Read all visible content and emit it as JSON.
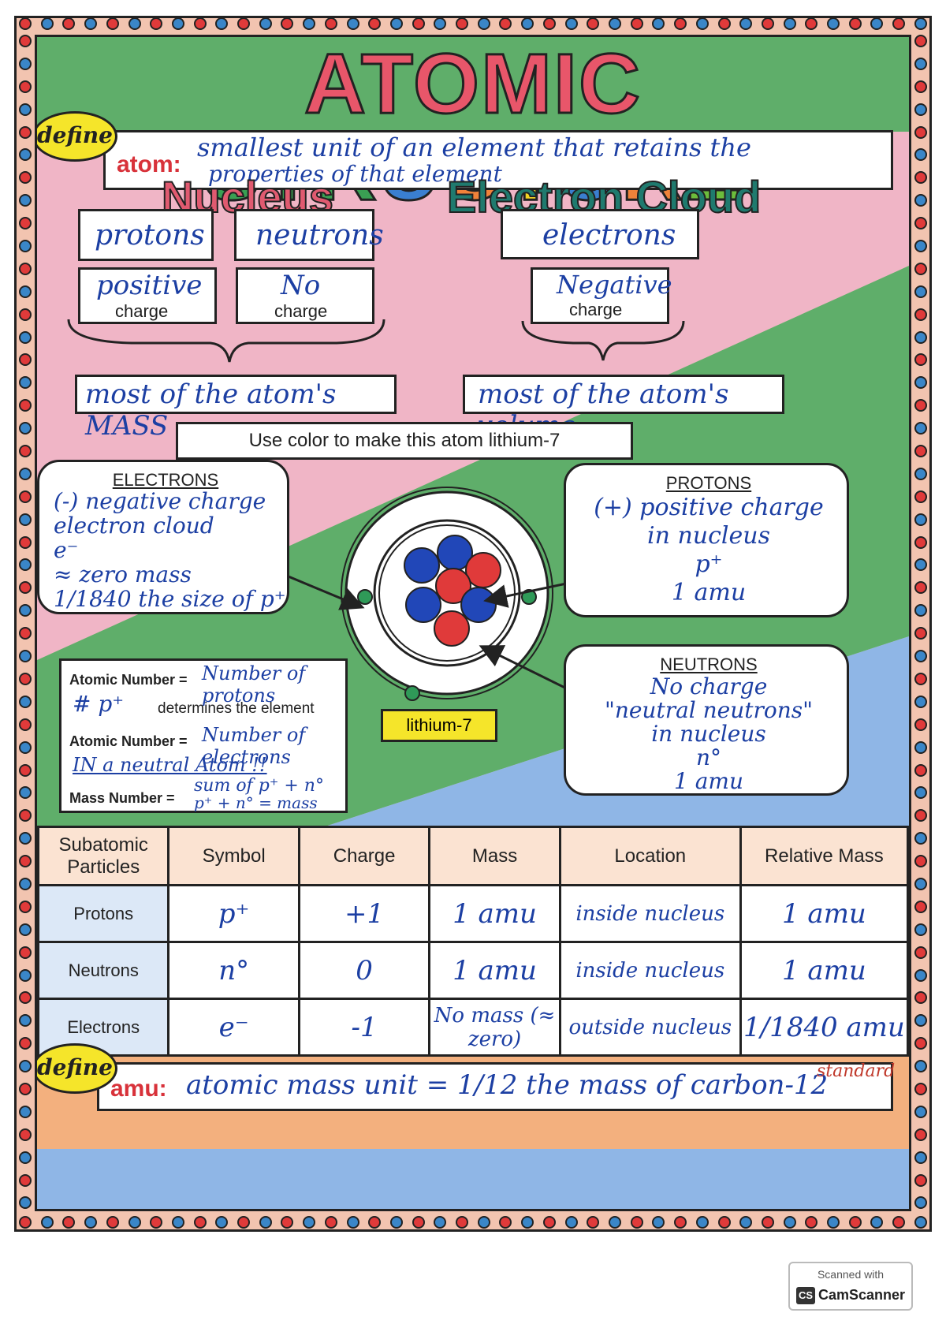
{
  "title": {
    "letters": [
      {
        "ch": "A",
        "color": "#e8566a"
      },
      {
        "ch": "T",
        "color": "#e8566a"
      },
      {
        "ch": "O",
        "color": "#e8566a"
      },
      {
        "ch": "M",
        "color": "#e8566a"
      },
      {
        "ch": "I",
        "color": "#e8566a"
      },
      {
        "ch": "C",
        "color": "#e8566a"
      },
      {
        "ch": " ",
        "color": "#e8566a"
      },
      {
        "ch": "S",
        "color": "#3aa053"
      },
      {
        "ch": "T",
        "color": "#3aa053"
      },
      {
        "ch": "R",
        "color": "#3aa053"
      },
      {
        "ch": "U",
        "color": "#3a7fd0"
      },
      {
        "ch": "C",
        "color": "#f0823a"
      },
      {
        "ch": "T",
        "color": "#f2d324"
      },
      {
        "ch": "U",
        "color": "#3a7fd0"
      },
      {
        "ch": "R",
        "color": "#f0823a"
      },
      {
        "ch": "E",
        "color": "#6cbd3c"
      }
    ]
  },
  "define_atom": {
    "badge": "define",
    "term": "atom:",
    "definition_line1": "smallest unit of an element that retains the",
    "definition_line2": "properties of that element"
  },
  "nucleus": {
    "heading": "Nucleus",
    "protons": "protons",
    "neutrons": "neutrons",
    "proton_charge_hand": "positive",
    "proton_charge_word": "charge",
    "neutron_charge_hand": "No",
    "neutron_charge_word": "charge",
    "summary": "most of the atom's MASS"
  },
  "electron_cloud": {
    "heading": "Electron Cloud",
    "electrons": "electrons",
    "charge_hand": "Negative",
    "charge_word": "charge",
    "summary": "most of the atom's volume"
  },
  "instruction": "Use color to make this atom lithium-7",
  "callouts": {
    "electrons": {
      "title": "ELECTRONS",
      "lines": [
        "(-) negative charge",
        "electron cloud",
        "e⁻",
        "≈ zero mass",
        "1/1840 the size of p⁺"
      ]
    },
    "protons": {
      "title": "PROTONS",
      "lines": [
        "(+) positive charge",
        "in nucleus",
        "p⁺",
        "1 amu"
      ]
    },
    "neutrons": {
      "title": "NEUTRONS",
      "lines": [
        "No charge",
        "\"neutral neutrons\"",
        "in nucleus",
        "n°",
        "1 amu"
      ]
    }
  },
  "atom_label": "lithium-7",
  "colors": {
    "proton": "#e03a3a",
    "neutron": "#2147b8",
    "electron": "#2f9a58",
    "pink": "#f0b5c6",
    "green": "#5fae6a",
    "blue": "#8fb6e6",
    "orange": "#f3b07e",
    "accent_red": "#d8323a"
  },
  "facts": {
    "row1_label": "Atomic Number =",
    "row1_hand": "Number of protons",
    "row2_hand": "# p⁺",
    "row2_label": "determines the element",
    "row3_label": "Atomic Number =",
    "row3_hand": "Number of electrons",
    "row4_hand": "IN a neutral Atom !!",
    "row5_label": "Mass Number =",
    "row5_hand": "sum of p⁺ + n°",
    "row6_hand": "p⁺ + n° = mass"
  },
  "table": {
    "headers": [
      "Subatomic Particles",
      "Symbol",
      "Charge",
      "Mass",
      "Location",
      "Relative Mass"
    ],
    "rows": [
      [
        "Protons",
        "p⁺",
        "+1",
        "1 amu",
        "inside nucleus",
        "1 amu"
      ],
      [
        "Neutrons",
        "n°",
        "0",
        "1 amu",
        "inside nucleus",
        "1 amu"
      ],
      [
        "Electrons",
        "e⁻",
        "-1",
        "No mass (≈ zero)",
        "outside nucleus",
        "1/1840 amu"
      ]
    ]
  },
  "define_amu": {
    "badge": "define",
    "term": "amu:",
    "definition": "atomic mass unit = 1/12 the mass of carbon-12",
    "note": "standard"
  },
  "scanner": {
    "line1": "Scanned with",
    "brand": "CamScanner",
    "logo": "CS"
  }
}
